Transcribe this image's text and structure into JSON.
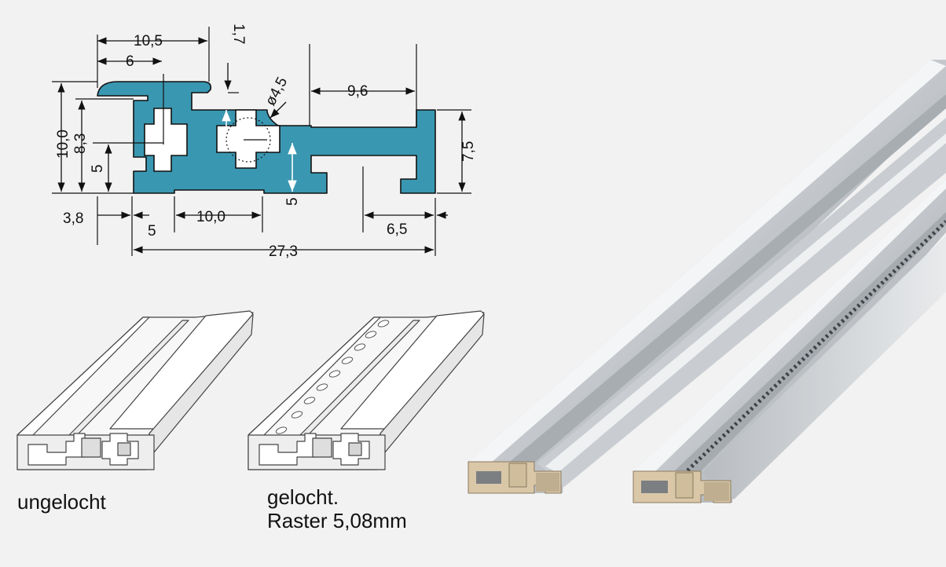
{
  "colors": {
    "background": "#f2f2f2",
    "profile_fill": "#3a97b1",
    "dimension_line": "#111111",
    "aluminium_light": "#e4e6e8",
    "aluminium_dark": "#9ea3a8",
    "section_face": "#d9c7a8"
  },
  "icons": {
    "drawing": "profile-cross-section-drawing",
    "rail_plain": "rail-plain-icon",
    "rail_perforated": "rail-perforated-icon",
    "photo": "aluminium-rail-photo"
  },
  "dimensions": {
    "d_10_5": "10,5",
    "d_6": "6",
    "d_1_7": "1,7",
    "d_diameter": "ø4,5",
    "d_9_6": "9,6",
    "d_10_0_height": "10,0",
    "d_8_3": "8,3",
    "d_5_left": "5",
    "d_7_5": "7,5",
    "d_5_center": "5",
    "d_3_8": "3,8",
    "d_5_bottom": "5",
    "d_10_0_bottom": "10,0",
    "d_6_5": "6,5",
    "d_27_3": "27,3"
  },
  "captions": {
    "plain": "ungelocht",
    "perforated_line1": "gelocht.",
    "perforated_line2": "Raster 5,08mm"
  }
}
